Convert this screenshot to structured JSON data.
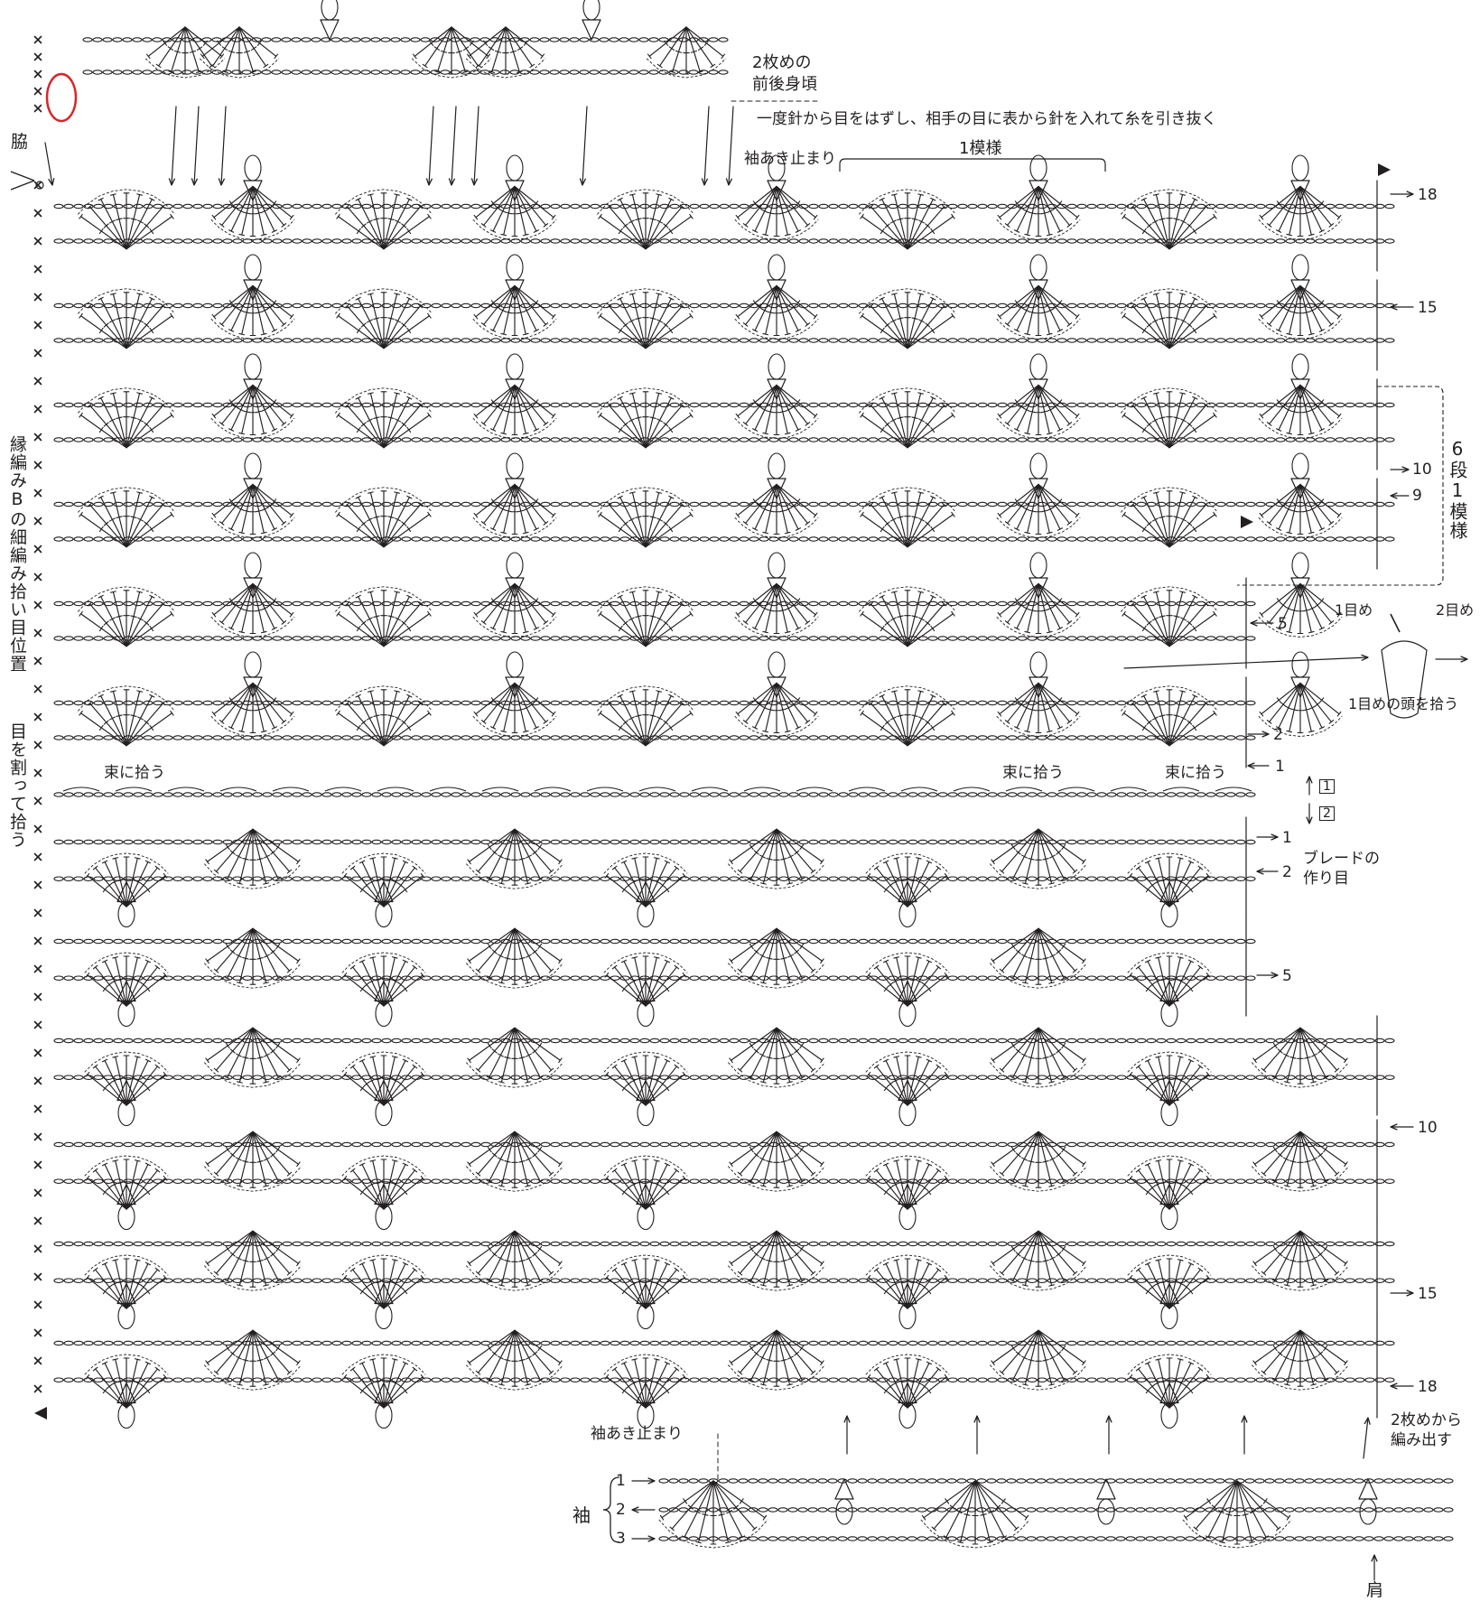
{
  "colors": {
    "ink": "#231f20",
    "highlight": "#d8262c"
  },
  "icons": [
    "arrow-right-icon",
    "arrow-left-icon",
    "triangle-marker-icon",
    "scissors-icon",
    "sc-cross-icon"
  ],
  "labels": {
    "second_body": "2枚めの\n前後身頃",
    "side": "脇",
    "pull_through": "一度針から目をはずし、相手の目に表から針を入れて糸を引き抜く",
    "sleeve_stop_top": "袖あき止まり",
    "one_pattern": "1模様",
    "six_row_pattern": "6段1模様",
    "edge_b_pickup": "縁編みBの細編み拾い目位置",
    "split_pickup": "目を割って拾う",
    "bundle_pick_left": "束に拾う",
    "bundle_pick_mid": "束に拾う",
    "bundle_pick_right": "束に拾う",
    "first_stitch": "1目め",
    "second_stitch": "2目め",
    "pick_first_head": "1目めの頭を拾う",
    "braid_start": "ブレードの\n作り目",
    "box_1": "1",
    "box_2": "2",
    "sleeve_stop_bottom": "袖あき止まり",
    "from_second": "2枚めから\n編み出す",
    "sleeve": "袖",
    "shoulder": "肩"
  },
  "rows_upper": [
    "18",
    "15",
    "10",
    "9",
    "5",
    "2",
    "1"
  ],
  "rows_lower": [
    "1",
    "2",
    "5",
    "10",
    "15",
    "18"
  ],
  "rows_sleeve": [
    "1",
    "2",
    "3"
  ]
}
